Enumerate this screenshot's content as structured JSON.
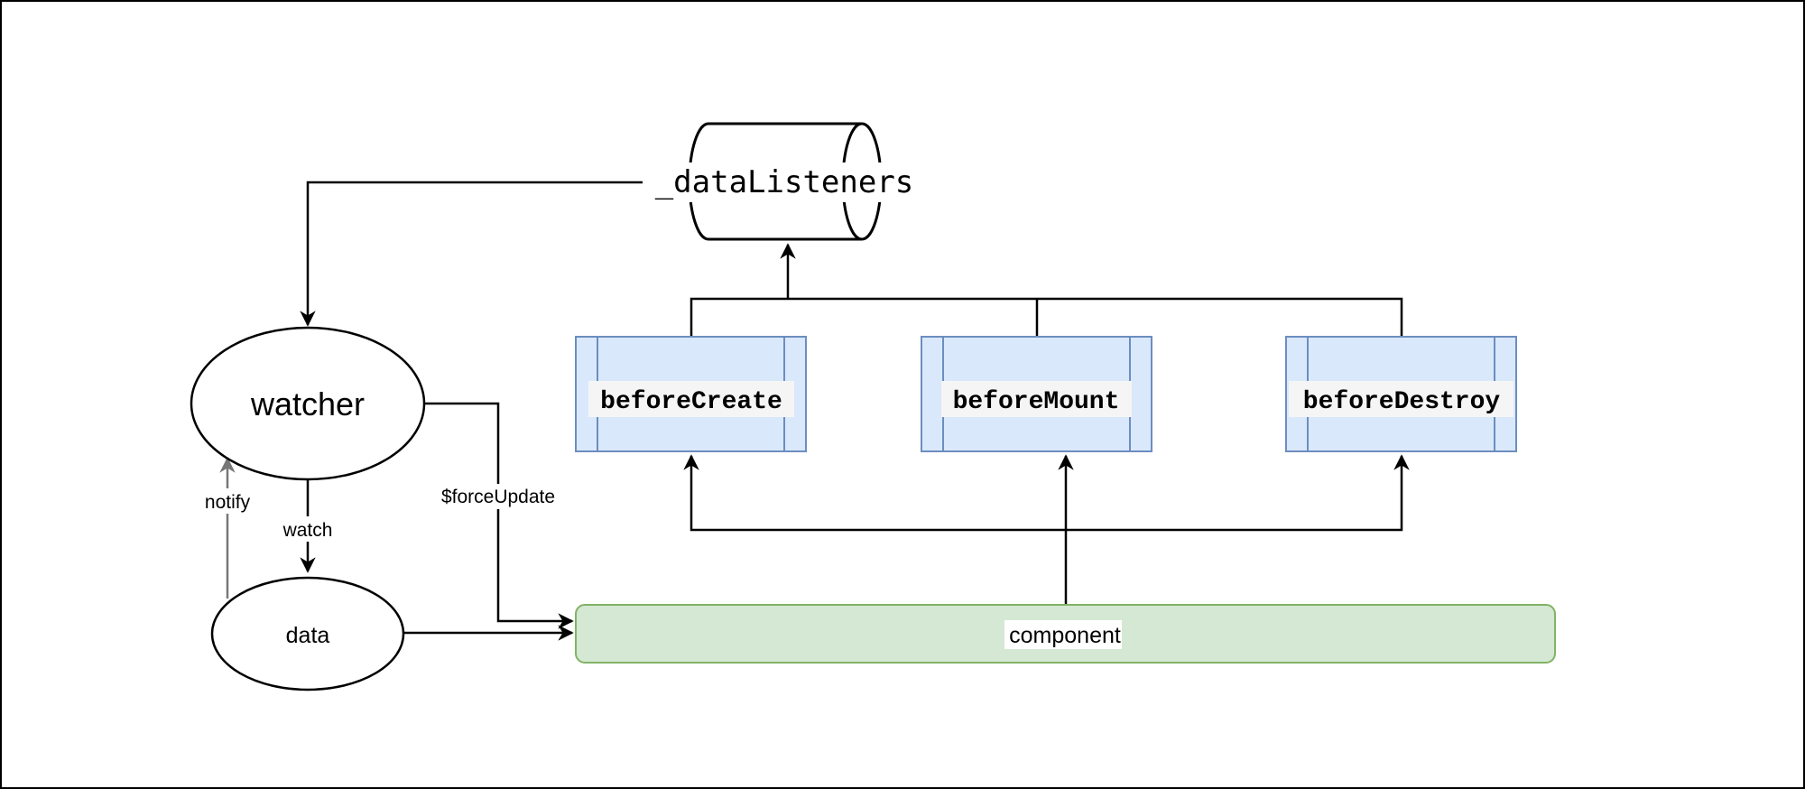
{
  "nodes": {
    "data_listeners": {
      "label": "_dataListeners"
    },
    "watcher": {
      "label": "watcher"
    },
    "data": {
      "label": "data"
    },
    "component": {
      "label": "component"
    },
    "before_create": {
      "label": "beforeCreate"
    },
    "before_mount": {
      "label": "beforeMount"
    },
    "before_destroy": {
      "label": "beforeDestroy"
    }
  },
  "edges": {
    "notify": {
      "label": "notify"
    },
    "watch": {
      "label": "watch"
    },
    "force_update": {
      "label": "$forceUpdate"
    }
  },
  "colors": {
    "hook_fill": "#dae8fc",
    "hook_stroke": "#6c8ebf",
    "component_fill": "#d5e8d4",
    "component_stroke": "#82b366",
    "frame": "#000000",
    "notify_edge": "#777777"
  }
}
